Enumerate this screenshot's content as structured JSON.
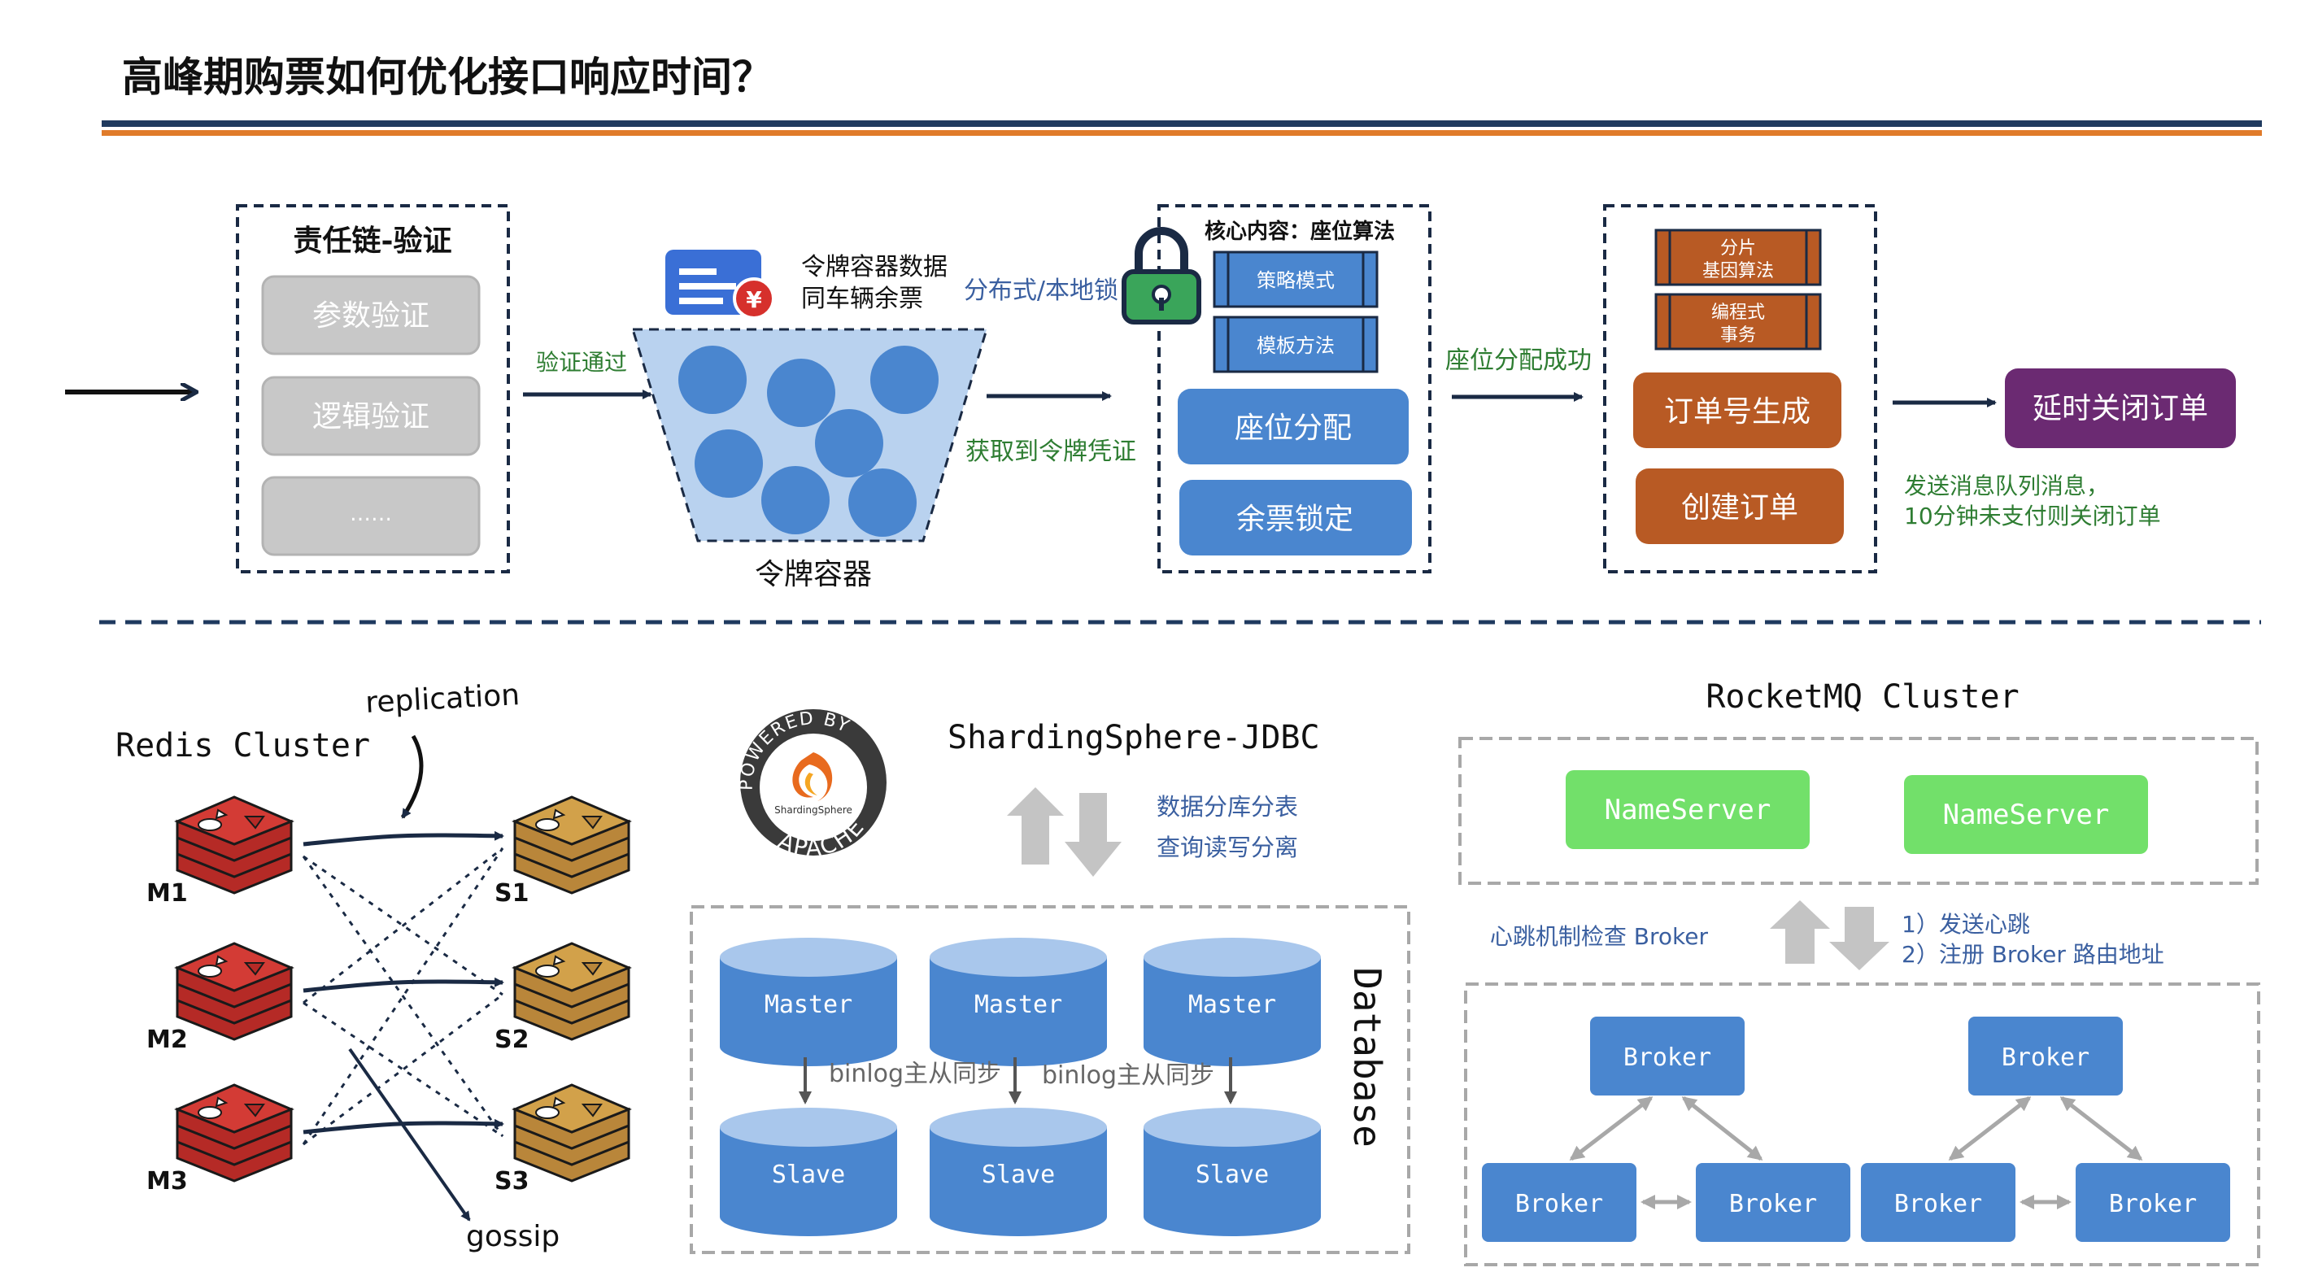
{
  "title": "高峰期购票如何优化接口响应时间？",
  "colors": {
    "navy": "#1f3a5f",
    "orange": "#e07b2a",
    "blue": "#4a86cf",
    "brown": "#b85a24",
    "purple": "#6b2a72",
    "green": "#72e06a",
    "gray": "#c8c8c8",
    "red": "#c0302c",
    "gold": "#c8953a"
  },
  "flow": {
    "chain": {
      "title": "责任链-验证",
      "items": [
        "参数验证",
        "逻辑验证",
        "……"
      ]
    },
    "arrow1_label": "验证通过",
    "bucket": {
      "label": "令牌容器",
      "note_line1": "令牌容器数据",
      "note_line2": "同车辆余票",
      "card_icon": "id-card-yen-icon"
    },
    "lock_label": "分布式/本地锁",
    "token_label": "获取到令牌凭证",
    "core": {
      "title": "核心内容：座位算法",
      "strategy": "策略模式",
      "template": "模板方法",
      "seat_assign": "座位分配",
      "ticket_lock": "余票锁定",
      "lock_icon": "padlock-icon"
    },
    "seat_success_label": "座位分配成功",
    "order": {
      "shard_line1": "分片",
      "shard_line2": "基因算法",
      "tx_line1": "编程式",
      "tx_line2": "事务",
      "order_no": "订单号生成",
      "create": "创建订单"
    },
    "delay_close": "延时关闭订单",
    "mq_note_line1": "发送消息队列消息，",
    "mq_note_line2": "10分钟未支付则关闭订单"
  },
  "redis": {
    "title": "Redis Cluster",
    "replication": "replication",
    "gossip": "gossip",
    "masters": [
      "M1",
      "M2",
      "M3"
    ],
    "slaves": [
      "S1",
      "S2",
      "S3"
    ]
  },
  "sharding": {
    "title": "ShardingSphere-JDBC",
    "logo_top": "POWERED BY",
    "logo_bottom": "APACHE",
    "logo_name": "ShardingSphere",
    "desc_line1": "数据分库分表",
    "desc_line2": "查询读写分离",
    "masters": [
      "Master",
      "Master",
      "Master"
    ],
    "slaves": [
      "Slave",
      "Slave",
      "Slave"
    ],
    "sync_labels": [
      "binlog主从同步",
      "binlog主从同步"
    ],
    "db_label": "Database"
  },
  "rocketmq": {
    "title": "RocketMQ Cluster",
    "nameservers": [
      "NameServer",
      "NameServer"
    ],
    "heartbeat_label": "心跳机制检查 Broker",
    "steps": [
      "1）发送心跳",
      "2）注册 Broker 路由地址"
    ],
    "brokers_top": [
      "Broker",
      "Broker"
    ],
    "brokers_bottom": [
      "Broker",
      "Broker",
      "Broker",
      "Broker"
    ]
  }
}
